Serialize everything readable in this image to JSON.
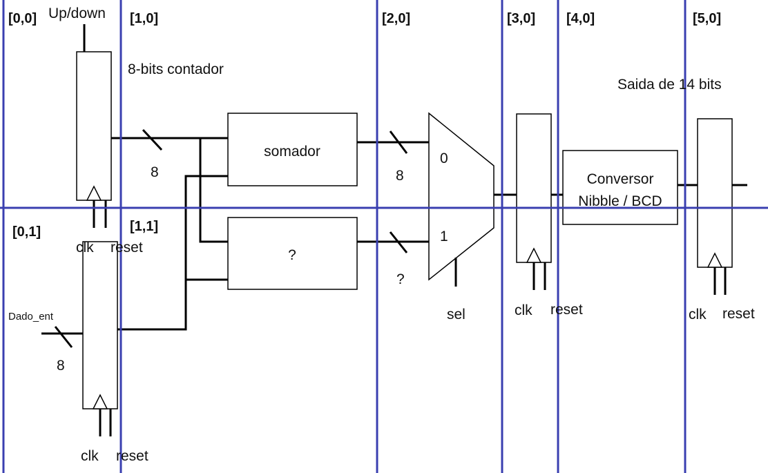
{
  "colors": {
    "grid": "#3a3fb0",
    "coord": "#7a1522",
    "gray_block": "#d9d9d9",
    "wire": "#000000"
  },
  "coords": {
    "c00": "[0,0]",
    "c10": "[1,0]",
    "c20": "[2,0]",
    "c30": "[3,0]",
    "c40": "[4,0]",
    "c50": "[5,0]",
    "c01": "[0,1]",
    "c11": "[1,1]"
  },
  "labels": {
    "up_down": "Up/down",
    "counter_title": "8-bits contador",
    "output_title": "Saida de 14 bits",
    "adder": "somador",
    "unknown_block": "?",
    "converter_line1": "Conversor",
    "converter_line2": "Nibble / BCD",
    "mux_in0": "0",
    "mux_in1": "1",
    "sel": "sel",
    "dado_ent": "Dado_ent",
    "width_counter_out": "8",
    "width_adder_out": "8",
    "width_unknown_out": "?",
    "width_data_in": "8",
    "clk_counter": "clk",
    "reset_counter": "reset",
    "clk_data_reg": "clk",
    "reset_data_reg": "reset",
    "clk_reg3": "clk",
    "reset_reg3": "reset",
    "clk_reg5": "clk",
    "reset_reg5": "reset"
  }
}
